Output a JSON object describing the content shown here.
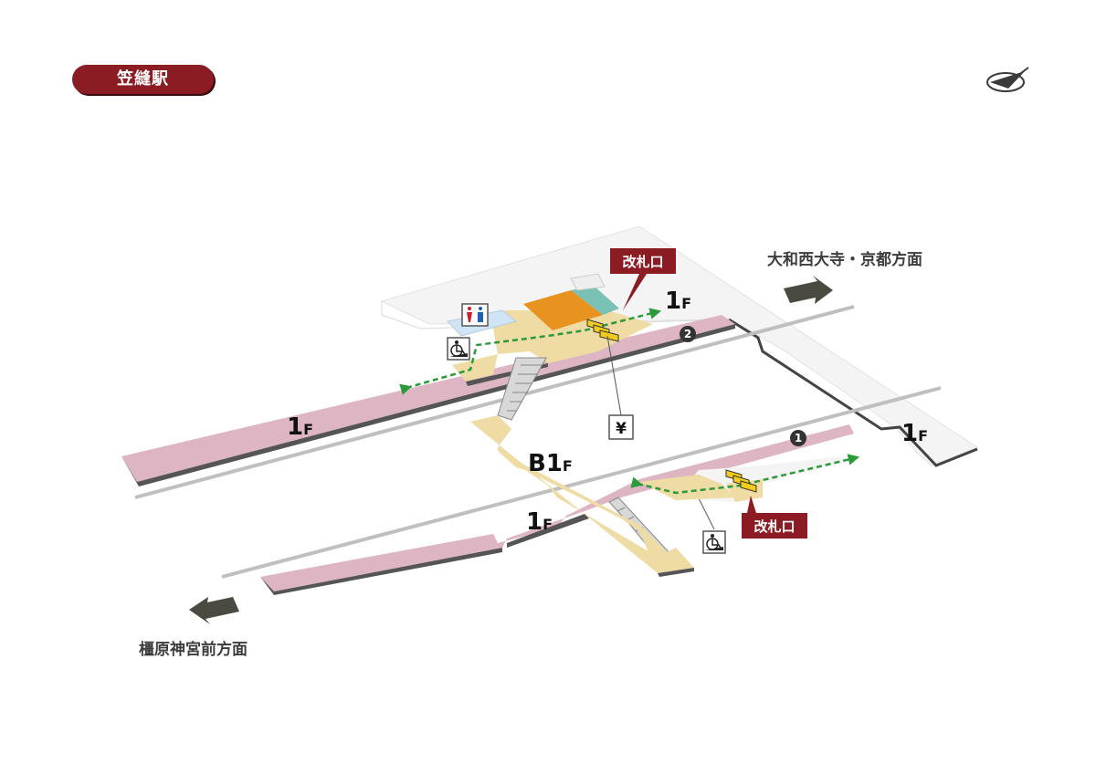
{
  "station": {
    "name": "笠縫駅"
  },
  "directions": {
    "north": "大和西大寺・京都方面",
    "south": "橿原神宮前方面"
  },
  "floors": {
    "upper_right": {
      "num": "1",
      "suffix": "F"
    },
    "upper_left": {
      "num": "1",
      "suffix": "F"
    },
    "far_right": {
      "num": "1",
      "suffix": "F"
    },
    "basement": {
      "num": "B1",
      "suffix": "F"
    },
    "lower": {
      "num": "1",
      "suffix": "F"
    }
  },
  "gates": {
    "north": "改札口",
    "south": "改札口"
  },
  "exits": {
    "one": "1",
    "two": "2"
  },
  "ticket_icon": "¥",
  "icons": [
    "restroom-icon",
    "wheelchair-icon",
    "ticket-machine-icon",
    "compass-icon",
    "arrow-icon"
  ],
  "colors": {
    "brand": "#8b1c24",
    "platform": "#ddb5c3",
    "concourse": "#efdba4",
    "shop": "#e8921f",
    "shop_accent": "#7ac1b5",
    "restroom_area": "#cfe4f4",
    "route": "#2a9a3a",
    "ticket_gate": "#f3cb1d",
    "arrow": "#4a4a40"
  }
}
